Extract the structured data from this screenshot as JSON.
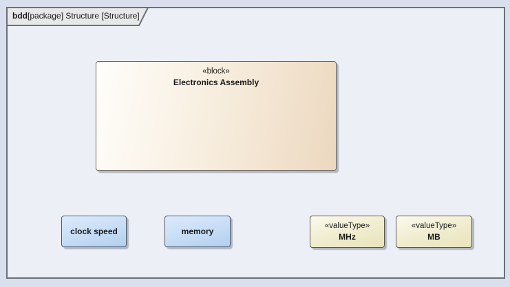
{
  "frame": {
    "title_keyword": "bdd",
    "title_rest": "[package] Structure [Structure]"
  },
  "nodes": {
    "electronics_assembly": {
      "stereotype": "«block»",
      "name": "Electronics Assembly"
    },
    "clock_speed": {
      "name": "clock speed"
    },
    "memory": {
      "name": "memory"
    },
    "mhz": {
      "stereotype": "«valueType»",
      "name": "MHz"
    },
    "mb": {
      "stereotype": "«valueType»",
      "name": "MB"
    }
  },
  "colors": {
    "page_bg": "#d9dfec",
    "frame_bg": "#eceff5",
    "frame_border": "#6d6f76",
    "tab_fill": "#e8e8e8",
    "block_grad_left": "#fffefb",
    "block_grad_right": "#ecd8c0",
    "block_border": "#6b655e",
    "blue_grad_top": "#dceafb",
    "blue_grad_bottom": "#b2d0ef",
    "blue_border": "#4d5a6b",
    "yellow_grad_top": "#fbfaed",
    "yellow_grad_bottom": "#e8e4ba",
    "yellow_border": "#55564a",
    "text_color": "#1a1a1a"
  }
}
